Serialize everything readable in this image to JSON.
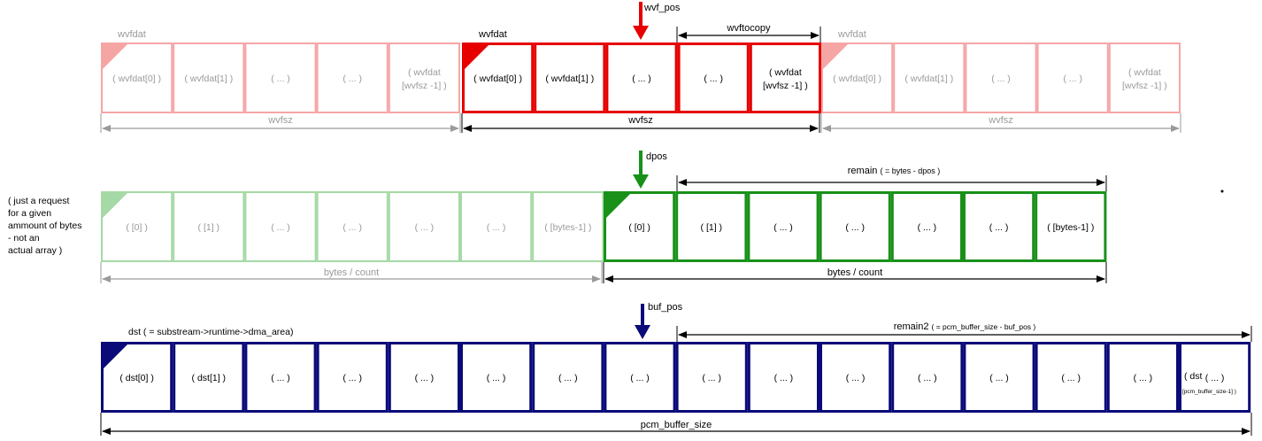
{
  "colors": {
    "red": "#e60000",
    "red_light": "#f6a5a5",
    "red_light_text": "#9a9a9a",
    "green": "#199119",
    "green_light": "#a5d9a5",
    "navy": "#0a0a78",
    "gray_arrow": "#9a9a9a",
    "black": "#000000"
  },
  "wave": {
    "left": {
      "title": "wvfdat",
      "cells": [
        "( wvfdat[0] )",
        "( wvfdat[1] )",
        "( ... )",
        "( ... )",
        [
          "( wvfdat",
          "[wvfsz -1] )"
        ]
      ],
      "span_label": "wvfsz"
    },
    "center": {
      "title": "wvfdat",
      "cells": [
        "( wvfdat[0] )",
        "( wvfdat[1] )",
        "( ... )",
        "( ... )",
        [
          "( wvfdat",
          "[wvfsz -1] )"
        ]
      ],
      "span_label": "wvfsz"
    },
    "right": {
      "title": "wvfdat",
      "cells": [
        "( wvfdat[0] )",
        "( wvfdat[1] )",
        "( ... )",
        "( ... )",
        [
          "( wvfdat",
          "[wvfsz -1] )"
        ]
      ],
      "span_label": "wvfsz"
    },
    "pointer": "wvf_pos",
    "copy_label": "wvftocopy"
  },
  "bytes": {
    "note": [
      "( just a request",
      "for a given",
      "ammount of bytes",
      "- not an",
      "actual array )"
    ],
    "left": {
      "cells": [
        "( [0] )",
        "( [1] )",
        "( ... )",
        "( ... )",
        "( ... )",
        "( ... )",
        "( [bytes-1] )"
      ],
      "span_label": "bytes / count"
    },
    "right": {
      "cells": [
        "( [0] )",
        "( [1] )",
        "( ... )",
        "( ... )",
        "( ... )",
        "( ... )",
        "( [bytes-1] )"
      ],
      "span_label": "bytes / count"
    },
    "pointer": "dpos",
    "remain_label": "remain",
    "remain_formula": "( = bytes - dpos )"
  },
  "dst": {
    "title": "dst ( = substream->runtime->dma_area)",
    "cells": [
      "( dst[0] )",
      "( dst[1] )",
      "( ... )",
      "( ... )",
      "( ... )",
      "( ... )",
      "( ... )",
      "( ... )",
      "( ... )",
      "( ... )",
      "( ... )",
      "( ... )",
      "( ... )",
      "( ... )",
      "( ... )",
      "( ... )"
    ],
    "last_cell_main": "( dst",
    "last_cell_sub": "[pcm_buffer_size-1] )",
    "span_label": "pcm_buffer_size",
    "pointer": "buf_pos",
    "remain_label": "remain2",
    "remain_formula": "( = pcm_buffer_size - buf_pos )"
  }
}
